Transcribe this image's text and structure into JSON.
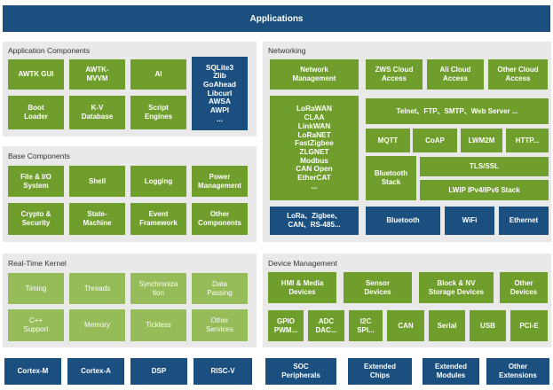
{
  "applications": "Applications",
  "app_components": {
    "title": "Application Components",
    "awtk_gui": "AWTK GUI",
    "awtk_mvvm": "AWTK-\nMVVM",
    "ai": "AI",
    "boot_loader": "Boot\nLoader",
    "kv_database": "K-V\nDatabase",
    "script_engines": "Script\nEngines",
    "libraries": "SQLite3\nZlib\nGoAhead\nLibcurl\nAWSA\nAWPI\n..."
  },
  "base_components": {
    "title": "Base Components",
    "file_io": "File & I/O\nSystem",
    "shell": "Shell",
    "logging": "Logging",
    "power": "Power\nManagement",
    "crypto": "Crypto &\nSecurity",
    "state_machine": "State-\nMachine",
    "event": "Event\nFramework",
    "other": "Other\nComponents"
  },
  "kernel": {
    "title": "Real-Time Kernel",
    "timing": "Timing",
    "threads": "Threads",
    "sync": "Synchroniza\ntion",
    "data_passing": "Data\nPassing",
    "cpp": "C++\nSupport",
    "memory": "Memory",
    "tickless": "Tickless",
    "other": "Other\nServices"
  },
  "cpus": {
    "cortex_m": "Cortex-M",
    "cortex_a": "Cortex-A",
    "dsp": "DSP",
    "riscv": "RISC-V"
  },
  "networking": {
    "title": "Networking",
    "mgmt": "Network\nManagement",
    "zws": "ZWS Cloud\nAccess",
    "ali": "Ali Cloud\nAccess",
    "other_cloud": "Other Cloud\nAccess",
    "protocols": "LoRaWAN\nCLAA\nLinkWAN\nLoRaNET\nFastZigbee\nZLGNET\nModbus\nCAN Open\nEtherCAT\n...",
    "telnet": "Telnet、FTP、SMTP、Web Server ...",
    "mqtt": "MQTT",
    "coap": "CoAP",
    "lwm2m": "LWM2M",
    "http": "HTTP...",
    "bt_stack": "Bluetooth\nStack",
    "tls": "TLS/SSL",
    "lwip": "LWIP IPv4/IPv6 Stack",
    "lora": "LoRa、Zigbee、\nCAN、RS-485...",
    "bluetooth": "Bluetooth",
    "wifi": "WiFi",
    "ethernet": "Ethernet"
  },
  "device_mgmt": {
    "title": "Device Management",
    "hmi": "HMI & Media\nDevices",
    "sensor": "Sensor\nDevices",
    "block": "Block & NV\nStorage Devices",
    "other_dev": "Other\nDevices",
    "gpio": "GPIO\nPWM...",
    "adc": "ADC\nDAC...",
    "i2c": "I2C\nSPI...",
    "can": "CAN",
    "serial": "Serial",
    "usb": "USB",
    "pcie": "PCI-E"
  },
  "bottom": {
    "soc": "SOC\nPeripherals",
    "chips": "Extended\nChips",
    "modules": "Extended\nModules",
    "extensions": "Other\nExtensions"
  }
}
